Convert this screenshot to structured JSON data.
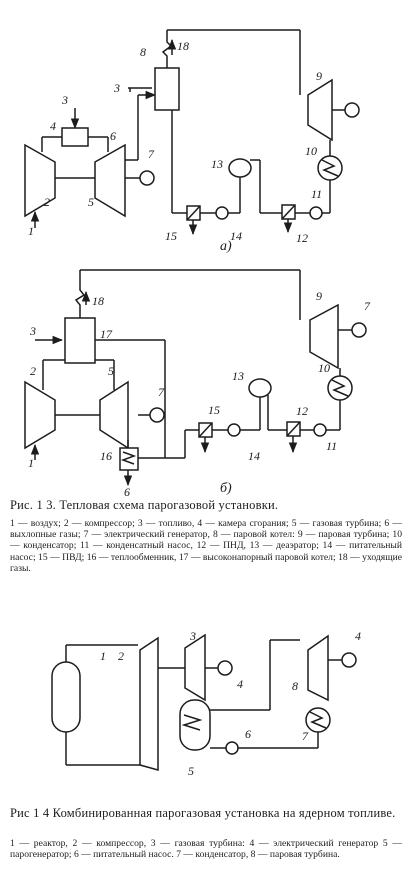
{
  "figure_13": {
    "caption": "Рис. 1 3. Тепловая схема парогазовой установки.",
    "legend": "1 — воздух; 2 — компрессор; 3 — топливо, 4 — камера сгорания; 5 — газовая турбина; 6 — выхлопные газы; 7 — электрический генератор, 8 — паровой котел: 9 — паровая турбина; 10 — конденсатор; 11 — конденсатный насос, 12 — ПНД, 13 — деаэратор; 14 — питательный насос; 15 — ПВД; 16 — теплообменник, 17 — высоконапорный паровой котел; 18 — уходящие газы.",
    "sub_a": "а)",
    "sub_b": "б)",
    "labels": [
      "1",
      "2",
      "3",
      "4",
      "5",
      "6",
      "7",
      "8",
      "9",
      "10",
      "11",
      "12",
      "13",
      "14",
      "15",
      "16",
      "17",
      "18"
    ]
  },
  "figure_14": {
    "caption": "Рис 1 4 Комбинированная парогазовая установка на ядерном топливе.",
    "legend": "1 — реактор, 2 — компрессор, 3 — газовая турбина: 4 — электрический генератор 5 — парогенератор; 6 — питательный насос. 7 — конденсатор, 8 — паровая турбина.",
    "labels": [
      "1",
      "2",
      "3",
      "4",
      "5",
      "6",
      "7",
      "8"
    ]
  }
}
